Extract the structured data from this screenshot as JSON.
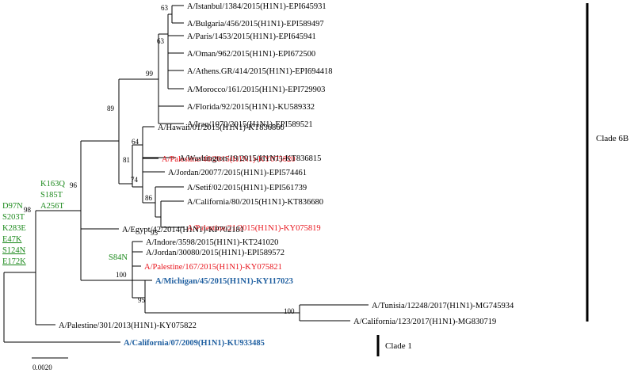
{
  "taxa": [
    {
      "id": "istanbul",
      "label": "A/Istanbul/1384/2015(H1N1)-EPI645931",
      "color": "black"
    },
    {
      "id": "bulgaria",
      "label": "A/Bulgaria/456/2015(H1N1)-EPI589497",
      "color": "black"
    },
    {
      "id": "paris",
      "label": "A/Paris/1453/2015(H1N1)-EPI645941",
      "color": "black"
    },
    {
      "id": "oman",
      "label": "A/Oman/962/2015(H1N1)-EPI672500",
      "color": "black"
    },
    {
      "id": "athens",
      "label": "A/Athens.GR/414/2015(H1N1)-EPI694418",
      "color": "black"
    },
    {
      "id": "morocco",
      "label": "A/Morocco/161/2015(H1N1)-EPI729903",
      "color": "black"
    },
    {
      "id": "florida",
      "label": "A/Florida/92/2015(H1N1)-KU589332",
      "color": "black"
    },
    {
      "id": "iraq",
      "label": "A/Iraq/1070/2015(H1N1)-EPI589521",
      "color": "black"
    },
    {
      "id": "hawaii",
      "label": "A/Hawaii/01/2015(H1N1)-KT836860",
      "color": "black"
    },
    {
      "id": "palestine46",
      "label": "A/Palestine/46/2015(H1N1)-KY075820",
      "color": "red"
    },
    {
      "id": "washington",
      "label": "A/Washington/19/2015(H1N1)-KT836815",
      "color": "black"
    },
    {
      "id": "jordan20077",
      "label": "A/Jordan/20077/2015(H1N1)-EPI574461",
      "color": "black"
    },
    {
      "id": "setif",
      "label": "A/Setif/02/2015(H1N1)-EPI561739",
      "color": "black"
    },
    {
      "id": "california80",
      "label": "A/California/80/2015(H1N1)-KT836680",
      "color": "black"
    },
    {
      "id": "palestine21",
      "label": "A/Palestine/21/2015(H1N1)-KY075819",
      "color": "red"
    },
    {
      "id": "egypt",
      "label": "A/Egypt/42/2014(H1N1)-KP702181",
      "color": "black"
    },
    {
      "id": "indore",
      "label": "A/Indore/3598/2015(H1N1)-KT241020",
      "color": "black"
    },
    {
      "id": "jordan30080",
      "label": "A/Jordan/30080/2015(H1N1)-EPI589572",
      "color": "black"
    },
    {
      "id": "palestine167",
      "label": "A/Palestine/167/2015(H1N1)-KY075821",
      "color": "red"
    },
    {
      "id": "michigan",
      "label": "A/Michigan/45/2015(H1N1)-KY117023",
      "color": "blue"
    },
    {
      "id": "tunisia",
      "label": "A/Tunisia/12248/2017(H1N1)-MG745934",
      "color": "black"
    },
    {
      "id": "california123",
      "label": "A/California/123/2017(H1N1)-MG830719",
      "color": "black"
    },
    {
      "id": "palestine301",
      "label": "A/Palestine/301/2013(H1N1)-KY075822",
      "color": "black"
    },
    {
      "id": "california07",
      "label": "A/California/07/2009(H1N1)-KU933485",
      "color": "blue"
    }
  ],
  "bootstrap": [
    "63",
    "63",
    "99",
    "89",
    "64",
    "81",
    "74",
    "86",
    "95",
    "96",
    "98",
    "100",
    "95",
    "100"
  ],
  "mutations": {
    "group_a": [
      "K163Q",
      "S185T",
      "A256T"
    ],
    "group_b": [
      "D97N",
      "S203T",
      "K283E"
    ],
    "group_b_underlined": [
      "E47K",
      "S124N",
      "E172K"
    ],
    "group_c": [
      "S84N"
    ]
  },
  "clades": {
    "clade_6b": "Clade 6B",
    "clade_1": "Clade 1"
  },
  "scale": {
    "label": "0.0020"
  },
  "colors": {
    "red": "#e8141c",
    "blue": "#1f5fa0",
    "green": "#1d8a1d",
    "black": "#000000"
  }
}
